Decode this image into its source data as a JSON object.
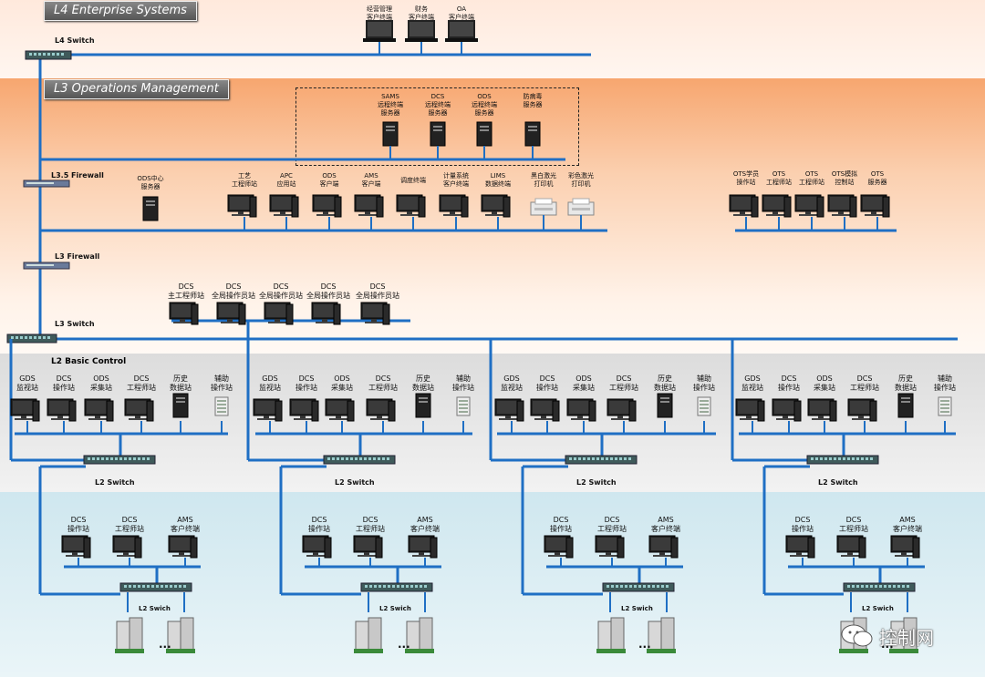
{
  "levels": {
    "l4": "L4 Enterprise Systems",
    "l3": "L3 Operations Management",
    "l2": "L2 Basic Control"
  },
  "switches": {
    "l4": "L4 Switch",
    "l35fw": "L3.5 Firewall",
    "l3fw": "L3 Firewall",
    "l3": "L3 Switch",
    "l2": "L2 Switch",
    "l1": "L2 Swich"
  },
  "l4_terminals": [
    "经营管理\n客户终端",
    "财务\n客户终端",
    "OA\n客户终端"
  ],
  "l3_servers": [
    "SAMS\n远程终端\n服务器",
    "DCS\n远程终端\n服务器",
    "ODS\n远程终端\n服务器",
    "防病毒\n服务器"
  ],
  "ods_center": "ODS中心\n服务器",
  "l3_clients": [
    "工艺\n工程师站",
    "APC\n应用站",
    "ODS\n客户端",
    "AMS\n客户端",
    "调度终端",
    "计量系统\n客户终端",
    "LIMS\n数据终端"
  ],
  "printers": [
    "黑白激光\n打印机",
    "彩色激光\n打印机"
  ],
  "ots": [
    "OTS学员\n操作站",
    "OTS\n工程师站",
    "OTS\n工程师站",
    "OTS模拟\n控制站",
    "OTS\n服务器"
  ],
  "dcs_global": [
    "DCS\n主工程师站",
    "DCS\n全局操作员站",
    "DCS\n全局操作员站",
    "DCS\n全局操作员站",
    "DCS\n全局操作员站"
  ],
  "l2_group_a": [
    "GDS\n监视站",
    "DCS\n操作站",
    "ODS\n采集站",
    "DCS\n工程师站",
    "历史\n数据站",
    "辅助\n操作站"
  ],
  "l2_group_b": [
    "GDS\n监视站",
    "DCS\n操作站",
    "ODS\n采集站",
    "DCS\n工程师站",
    "历史\n数据站",
    "辅助\n操作站"
  ],
  "l2_group_c": [
    "GDS\n监视站",
    "DCS\n操作站",
    "ODS\n采集站",
    "DCS\n工程师站",
    "历史\n数据站",
    "辅助\n操作站"
  ],
  "l2_group_d": [
    "GDS\n监视站",
    "DCS\n操作站",
    "ODS\n采集站",
    "DCS\n工程师站",
    "历史\n数据站",
    "辅助\n操作站"
  ],
  "l1_stations": [
    "DCS\n操作站",
    "DCS\n工程师站",
    "AMS\n客户终端"
  ],
  "ellipsis": "...",
  "watermark": "控制网",
  "colors": {
    "line": "#1f6fc4",
    "l3_band": "#f7a66f",
    "l2_band": "#dcdcdc",
    "l1_band": "#cfe7ef"
  }
}
